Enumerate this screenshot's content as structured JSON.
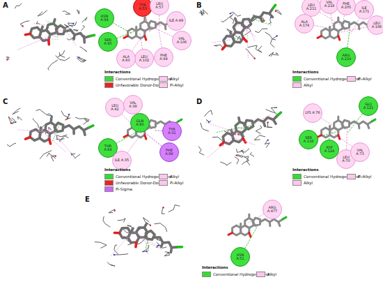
{
  "diagram": {
    "nodes": [
      {
        "text": [
          "ASN A:94"
        ]
      },
      {
        "text": [
          "SER A:95"
        ]
      },
      {
        "text": [
          "TYR A:53"
        ]
      },
      {
        "text": [
          "LEU A:57"
        ]
      },
      {
        "text": [
          "ILE A:49"
        ]
      },
      {
        "text": [
          "VAL A:106"
        ]
      },
      {
        "text": [
          "PHE A:99"
        ]
      },
      {
        "text": [
          "LEU A:102"
        ]
      },
      {
        "text": [
          "ALA A:60"
        ]
      },
      {
        "text": [
          "LEU A:211"
        ]
      },
      {
        "text": [
          "VAL A:218"
        ]
      },
      {
        "text": [
          "PHE A:205"
        ]
      },
      {
        "text": [
          "ILE A:171"
        ]
      },
      {
        "text": [
          "ALA A:174"
        ]
      },
      {
        "text": [
          "LEU A:166"
        ]
      },
      {
        "text": [
          "ARG A:214"
        ]
      },
      {
        "text": [
          "LEU A:42"
        ]
      },
      {
        "text": [
          "VAL A:38"
        ]
      },
      {
        "text": [
          "GLN A:80"
        ]
      },
      {
        "text": [
          "THR A:84"
        ]
      },
      {
        "text": [
          "ILE A:35"
        ]
      },
      {
        "text": [
          "TYR A:31"
        ]
      },
      {
        "text": [
          "PHE A:88"
        ]
      },
      {
        "text": [
          "LYS A:76"
        ]
      },
      {
        "text": [
          "GLU A:121"
        ]
      },
      {
        "text": [
          "ASP A:124"
        ]
      },
      {
        "text": [
          "SER A:118"
        ]
      },
      {
        "text": [
          "LEU A:70"
        ]
      },
      {
        "text": [
          "VAL A:73"
        ]
      },
      {
        "text": [
          "ARG A:477"
        ]
      },
      {
        "text": [
          "ASN A:51"
        ]
      }
    ],
    "labels": [
      "A",
      "Interactions",
      "B",
      "Interactions",
      "C",
      "Interactions",
      "D",
      "Interactions",
      "E",
      "Interactions"
    ],
    "legend": [
      {
        "text": "Conventional Hydrogen Bond",
        "color": "#33dd33"
      },
      {
        "text": "Unfavorable Donor-Donor",
        "color": "#ee2222"
      },
      {
        "text": "Alkyl",
        "color": "#ffc6ee"
      },
      {
        "text": "Pi-Alkyl",
        "color": "#ffc6ee"
      },
      {
        "text": "Conventional Hydrogen Bond",
        "color": "#33dd33"
      },
      {
        "text": "Alkyl",
        "color": "#ffc6ee"
      },
      {
        "text": "Pi-Alkyl",
        "color": "#ffc6ee"
      },
      {
        "text": "Conventional Hydrogen Bond",
        "color": "#33dd33"
      },
      {
        "text": "Unfavorable Donor-Donor",
        "color": "#ee2222"
      },
      {
        "text": "Pi-Sigma",
        "color": "#cc66ff"
      },
      {
        "text": "Alkyl",
        "color": "#ffc6ee"
      },
      {
        "text": "Pi-Alkyl",
        "color": "#ffc6ee"
      },
      {
        "text": "Conventional Hydrogen Bond",
        "color": "#33dd33"
      },
      {
        "text": "Alkyl",
        "color": "#ffc6ee"
      },
      {
        "text": "Pi-Alkyl",
        "color": "#ffc6ee"
      },
      {
        "text": "Conventional Hydrogen Bond",
        "color": "#33dd33"
      },
      {
        "text": "Alkyl",
        "color": "#ffc6ee"
      }
    ]
  }
}
